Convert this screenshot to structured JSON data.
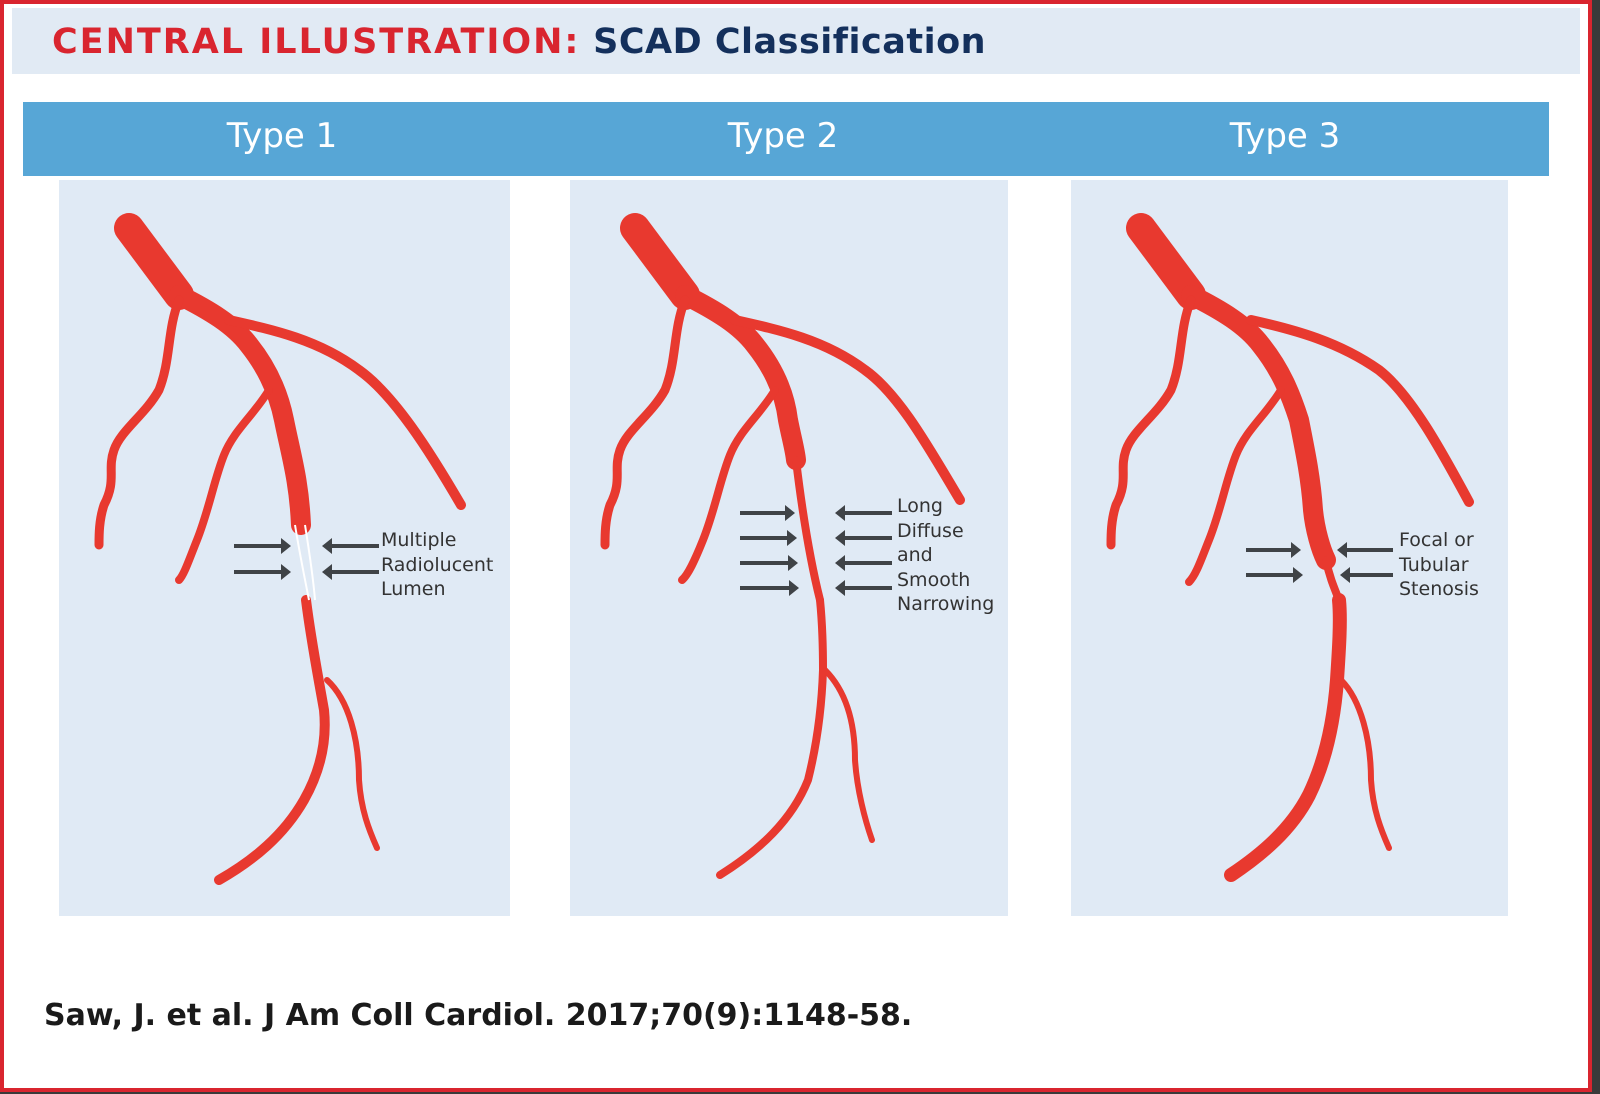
{
  "header": {
    "prefix": "CENTRAL ILLUSTRATION:",
    "title": "SCAD Classification"
  },
  "panels": [
    {
      "type_label": "Type 1",
      "description": [
        "Multiple",
        "Radiolucent",
        "Lumen"
      ]
    },
    {
      "type_label": "Type 2",
      "description": [
        "Long",
        "Diffuse",
        "and",
        "Smooth",
        "Narrowing"
      ]
    },
    {
      "type_label": "Type 3",
      "description": [
        "Focal or",
        "Tubular",
        "Stenosis"
      ]
    }
  ],
  "citation": "Saw, J. et al. J Am Coll Cardiol. 2017;70(9):1148-58.",
  "colors": {
    "accent_red": "#d9252f",
    "navy": "#14305c",
    "type_bar": "#57a6d6",
    "panel_bg": "#e0eaf5",
    "artery": "#e8392f",
    "arrow": "#3f4347"
  }
}
